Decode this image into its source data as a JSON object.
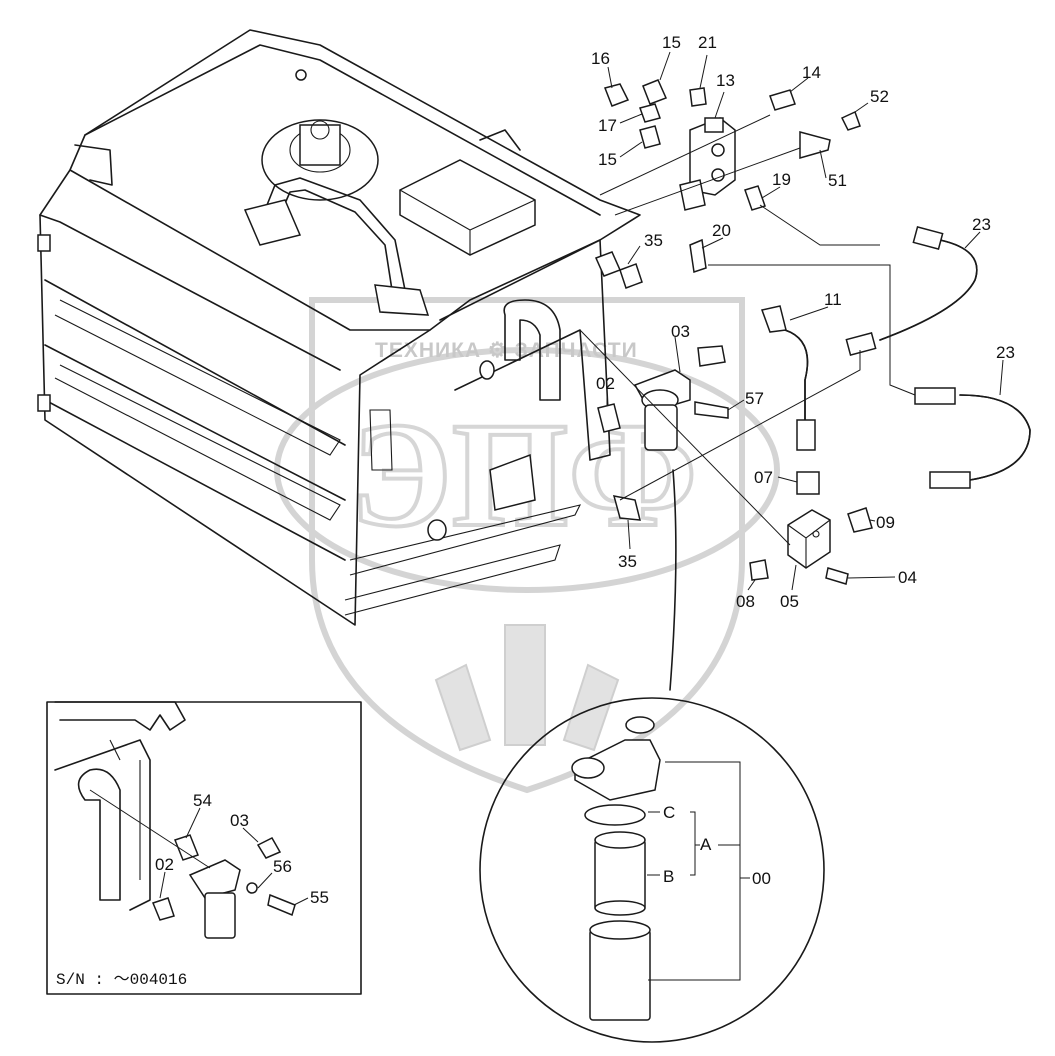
{
  "watermark": {
    "brand_text": "ТЕХНИКА ⚙ ЗАПЧАСТИ",
    "logo_letters": "ЭПФ"
  },
  "callouts": [
    {
      "id": "16",
      "label": "16"
    },
    {
      "id": "15a",
      "label": "15"
    },
    {
      "id": "21",
      "label": "21"
    },
    {
      "id": "13",
      "label": "13"
    },
    {
      "id": "14",
      "label": "14"
    },
    {
      "id": "17",
      "label": "17"
    },
    {
      "id": "15b",
      "label": "15"
    },
    {
      "id": "52",
      "label": "52"
    },
    {
      "id": "51",
      "label": "51"
    },
    {
      "id": "19",
      "label": "19"
    },
    {
      "id": "20",
      "label": "20"
    },
    {
      "id": "23a",
      "label": "23"
    },
    {
      "id": "35a",
      "label": "35"
    },
    {
      "id": "11",
      "label": "11"
    },
    {
      "id": "03",
      "label": "03"
    },
    {
      "id": "23b",
      "label": "23"
    },
    {
      "id": "02",
      "label": "02"
    },
    {
      "id": "57",
      "label": "57"
    },
    {
      "id": "07",
      "label": "07"
    },
    {
      "id": "09",
      "label": "09"
    },
    {
      "id": "35b",
      "label": "35"
    },
    {
      "id": "04",
      "label": "04"
    },
    {
      "id": "08",
      "label": "08"
    },
    {
      "id": "05",
      "label": "05"
    }
  ],
  "detail_callouts": [
    {
      "id": "C",
      "label": "C"
    },
    {
      "id": "A",
      "label": "A"
    },
    {
      "id": "B",
      "label": "B"
    },
    {
      "id": "00",
      "label": "00"
    }
  ],
  "inset": {
    "callouts": [
      {
        "id": "54",
        "label": "54"
      },
      {
        "id": "03",
        "label": "03"
      },
      {
        "id": "56",
        "label": "56"
      },
      {
        "id": "02",
        "label": "02"
      },
      {
        "id": "55",
        "label": "55"
      }
    ],
    "serial_note": "S/N :  ～004016"
  }
}
